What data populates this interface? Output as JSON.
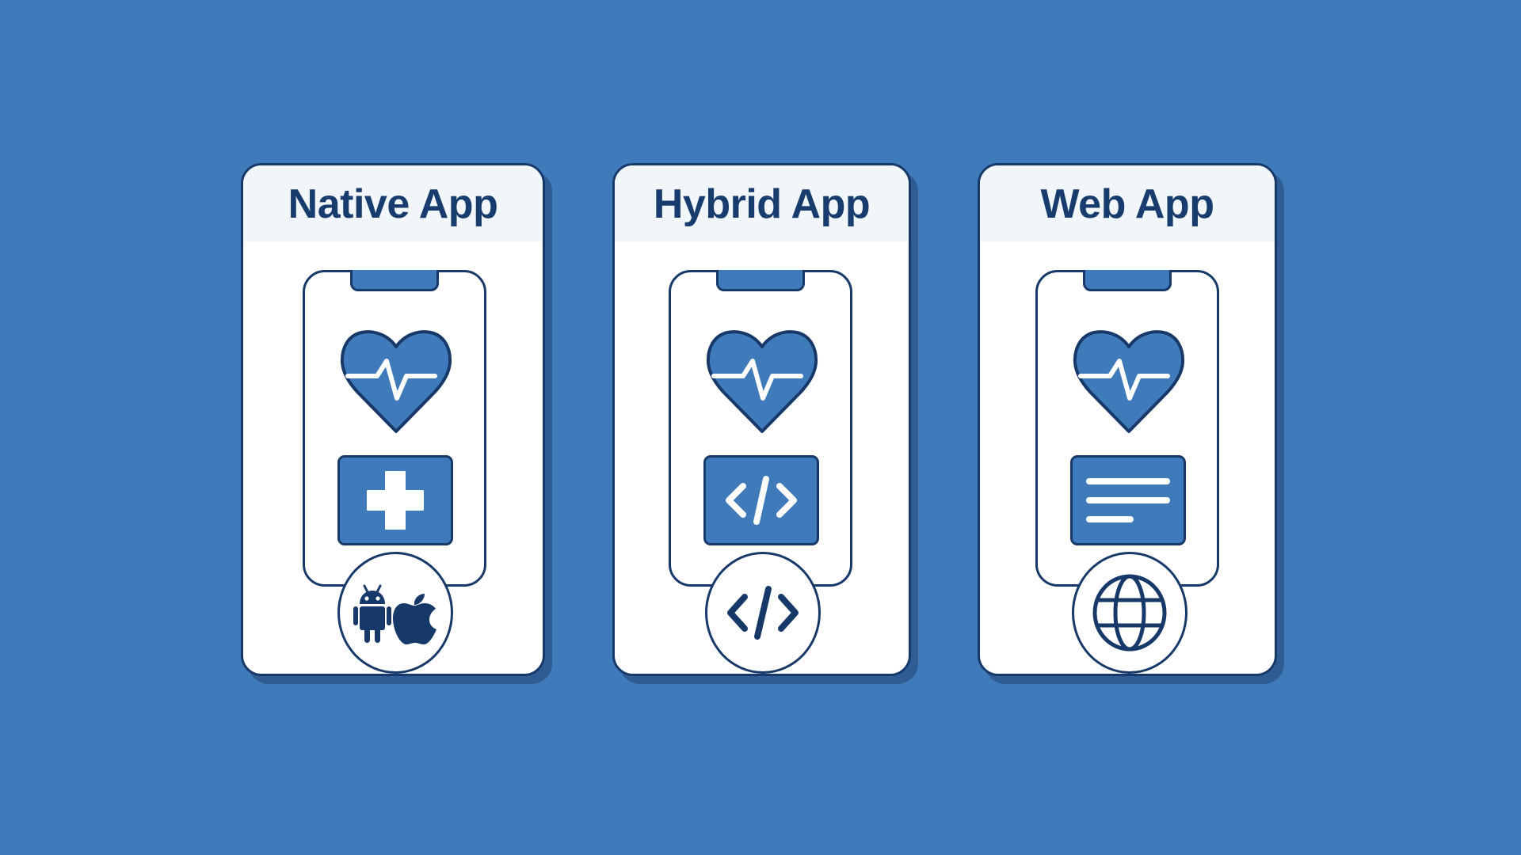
{
  "background_color": "#3f7aba",
  "colors": {
    "outline": "#17396a",
    "accent": "#3f7aba",
    "card": "#ffffff",
    "header_band": "#f1f6fb",
    "shadow": "#2e5c93",
    "title_text": "#173c6d"
  },
  "cards": [
    {
      "title": "Native App",
      "phone_icon": "heart-pulse-icon",
      "feature_icon": "medical-cross-icon",
      "platform_icons": [
        "android-icon",
        "apple-icon"
      ]
    },
    {
      "title": "Hybrid App",
      "phone_icon": "heart-pulse-icon",
      "feature_icon": "code-brackets-icon",
      "platform_icons": [
        "code-brackets-icon"
      ]
    },
    {
      "title": "Web App",
      "phone_icon": "heart-pulse-icon",
      "feature_icon": "text-lines-icon",
      "platform_icons": [
        "globe-icon"
      ]
    }
  ]
}
